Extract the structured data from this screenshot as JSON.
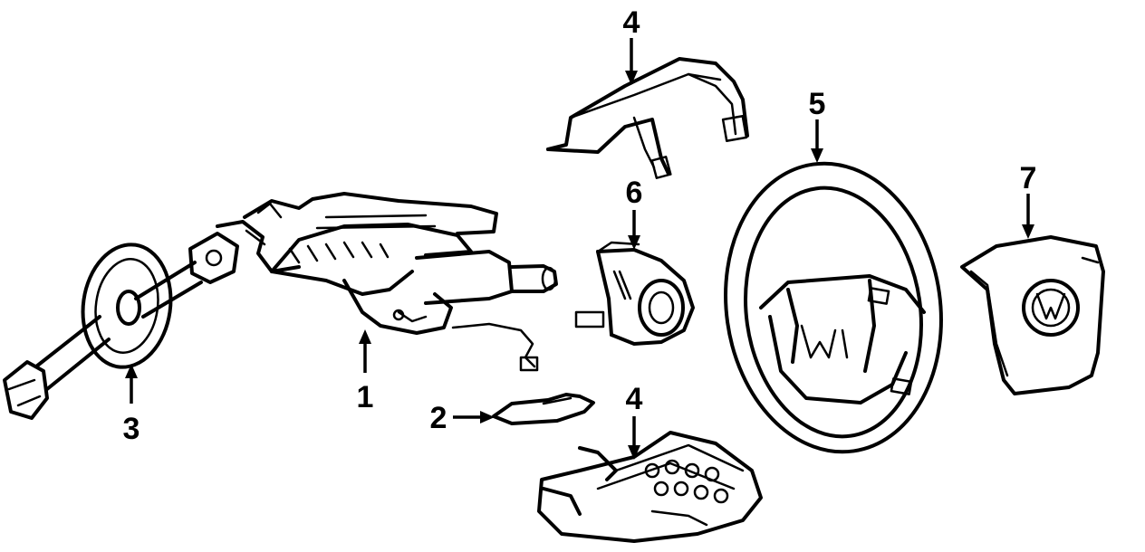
{
  "callouts": [
    {
      "id": "callout-1",
      "label": "1"
    },
    {
      "id": "callout-2",
      "label": "2"
    },
    {
      "id": "callout-3",
      "label": "3"
    },
    {
      "id": "callout-4-upper",
      "label": "4"
    },
    {
      "id": "callout-4-lower",
      "label": "4"
    },
    {
      "id": "callout-5",
      "label": "5"
    },
    {
      "id": "callout-6",
      "label": "6"
    },
    {
      "id": "callout-7",
      "label": "7"
    }
  ],
  "colors": {
    "line": "#000000",
    "background": "#ffffff"
  }
}
